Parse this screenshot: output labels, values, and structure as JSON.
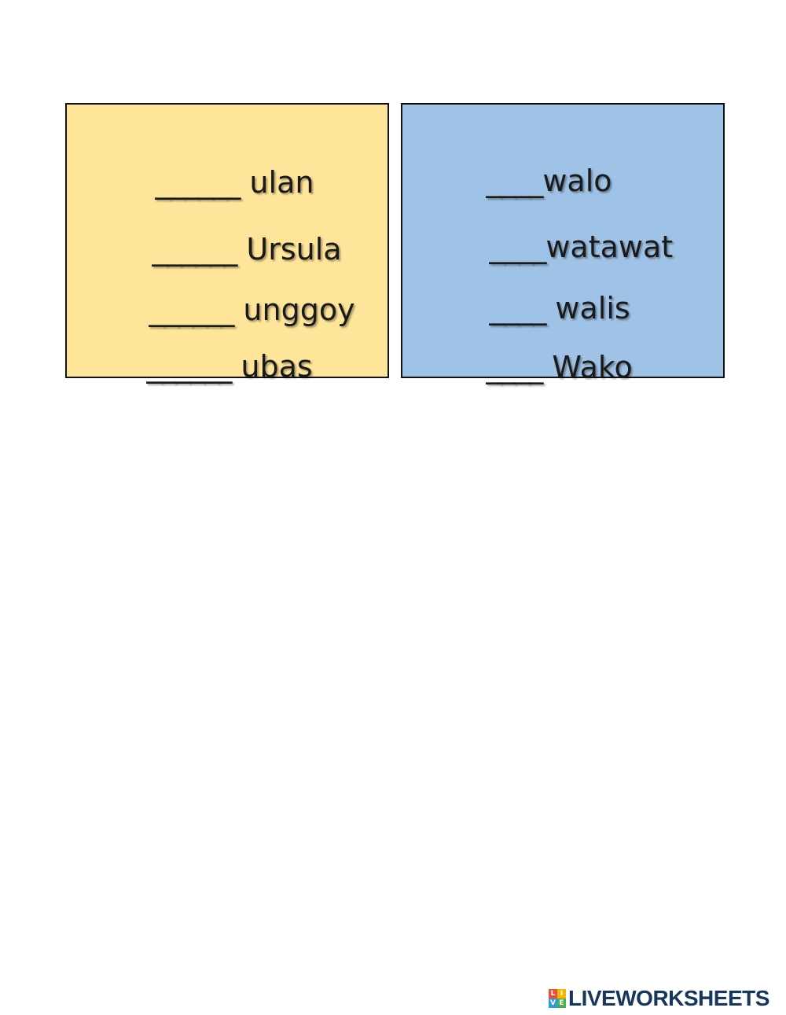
{
  "colors": {
    "u_box_fill": "#ffe599",
    "w_box_fill": "#9fc3e7",
    "border": "#111111",
    "text": "#1a1a1a",
    "brand": "#17365d"
  },
  "u_box": {
    "items": [
      {
        "blank": "______",
        "word": "ulan"
      },
      {
        "blank": "______",
        "word": "Ursula"
      },
      {
        "blank": "______",
        "word": "unggoy"
      },
      {
        "blank": "______",
        "word": "ubas"
      }
    ]
  },
  "w_box": {
    "items": [
      {
        "blank": "____",
        "word": "walo"
      },
      {
        "blank": "____",
        "word": "watawat"
      },
      {
        "blank": "____",
        "word": "walis"
      },
      {
        "blank": "____",
        "word": "Wako"
      }
    ]
  },
  "footer": {
    "logo_icon": "liveworksheets-blocks-icon",
    "logo_letters": [
      "L",
      "I",
      "V",
      "E"
    ],
    "logo_text": "LIVEWORKSHEETS"
  }
}
